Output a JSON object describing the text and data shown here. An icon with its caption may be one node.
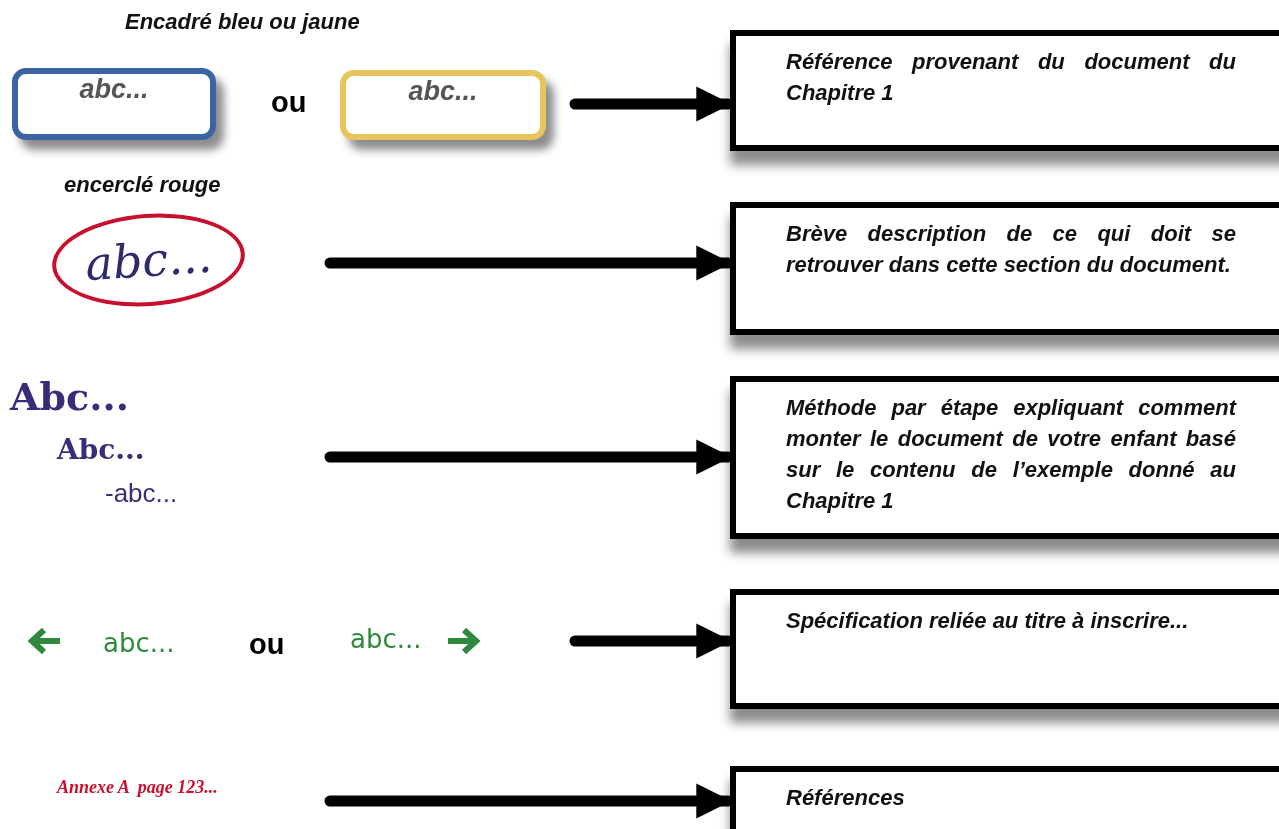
{
  "diagram": {
    "nodes": [
      {
        "text": [
          "abc..."
        ]
      },
      {
        "text": [
          "abc..."
        ]
      },
      {
        "text": [
          "Référence provenant du document du Chapitre 1"
        ]
      },
      {
        "text": [
          "abc..."
        ]
      },
      {
        "text": [
          "Brève description de ce qui doit se retrouver dans cette section du document."
        ]
      },
      {
        "text": [
          "Méthode par étape expliquant comment monter le document de votre enfant basé sur le contenu de l’exemple donné au Chapitre 1"
        ]
      },
      {
        "text": [
          "Spécification reliée au titre à inscrire..."
        ]
      },
      {
        "text": [
          "Références"
        ]
      }
    ],
    "edges": [
      {
        "from": null,
        "to": 2,
        "arrow": "to"
      },
      {
        "from": null,
        "to": 4,
        "arrow": "to"
      },
      {
        "from": null,
        "to": 5,
        "arrow": "to"
      },
      {
        "from": null,
        "to": 6,
        "arrow": "to"
      },
      {
        "from": null,
        "to": 7,
        "arrow": "to"
      }
    ],
    "labels": [
      "Encadré bleu ou jaune",
      "ou",
      "encerclé rouge",
      "Abc...",
      "Abc...",
      "-abc...",
      "abc...",
      "ou",
      "abc...",
      "Annexe A  page 123..."
    ]
  }
}
